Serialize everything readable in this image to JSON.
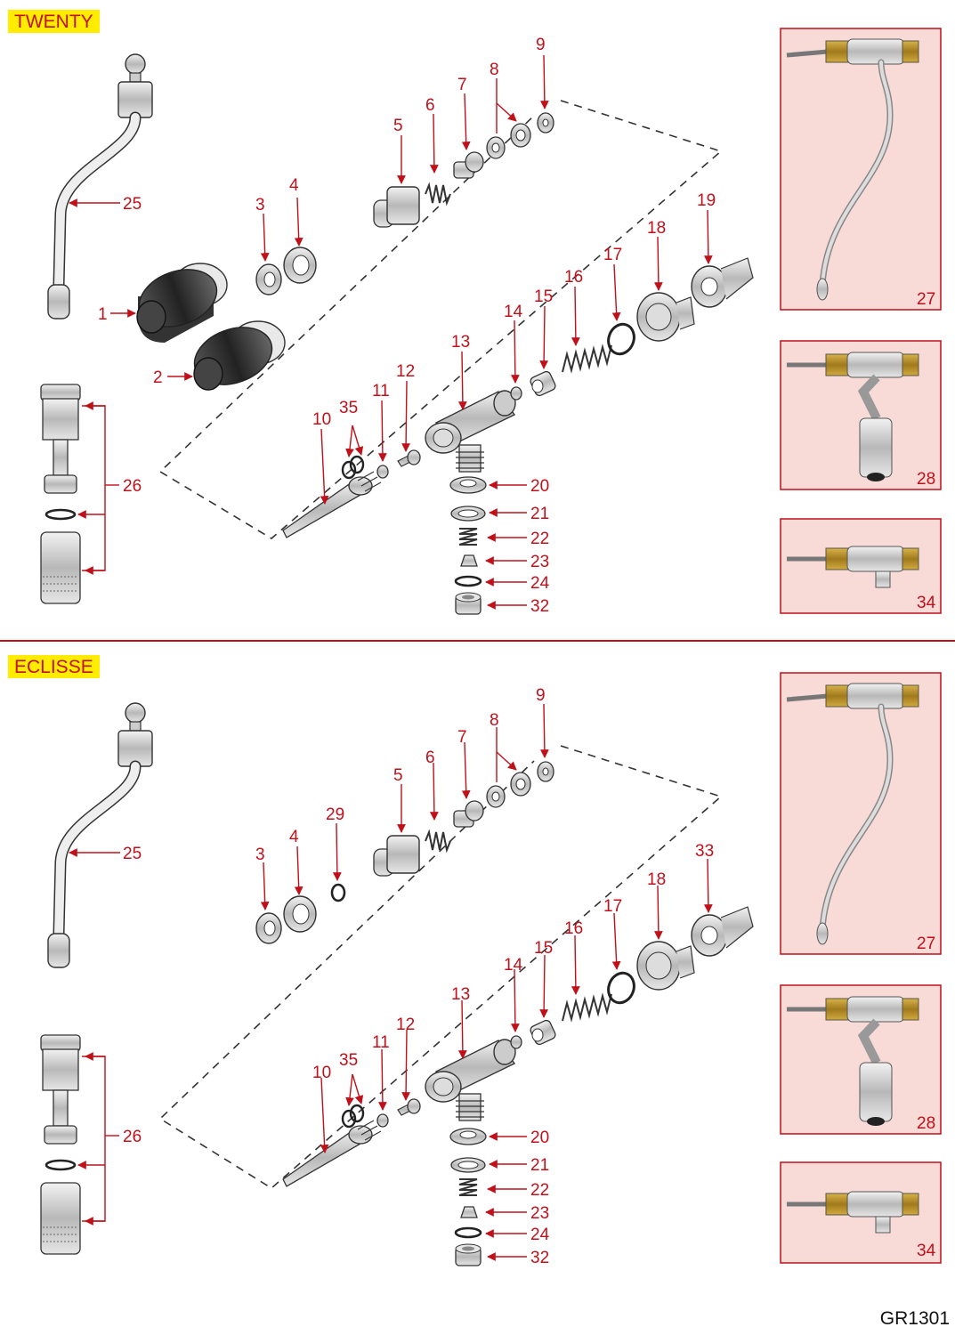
{
  "sections": [
    {
      "tag": "TWENTY",
      "labels": {
        "l1": "1",
        "l2": "2",
        "l3": "3",
        "l4": "4",
        "l5": "5",
        "l6": "6",
        "l7": "7",
        "l8": "8",
        "l9": "9",
        "l10": "10",
        "l11": "11",
        "l12": "12",
        "l13": "13",
        "l14": "14",
        "l15": "15",
        "l16": "16",
        "l17": "17",
        "l18": "18",
        "l19": "19",
        "l20": "20",
        "l21": "21",
        "l22": "22",
        "l23": "23",
        "l24": "24",
        "l25": "25",
        "l26": "26",
        "l32": "32",
        "l35": "35"
      },
      "thumbs": [
        "27",
        "28",
        "34"
      ]
    },
    {
      "tag": "ECLISSE",
      "labels": {
        "l3": "3",
        "l4": "4",
        "l5": "5",
        "l6": "6",
        "l7": "7",
        "l8": "8",
        "l9": "9",
        "l10": "10",
        "l11": "11",
        "l12": "12",
        "l13": "13",
        "l14": "14",
        "l15": "15",
        "l16": "16",
        "l17": "17",
        "l18": "18",
        "l33": "33",
        "l20": "20",
        "l21": "21",
        "l22": "22",
        "l23": "23",
        "l24": "24",
        "l25": "25",
        "l26": "26",
        "l29": "29",
        "l32": "32",
        "l35": "35"
      },
      "thumbs": [
        "27",
        "28",
        "34"
      ]
    }
  ],
  "drawing_code": "GR1301",
  "colors": {
    "accent": "#c0101a",
    "tag_bg": "#ffec00",
    "thumb_bg": "#f8dad7"
  }
}
